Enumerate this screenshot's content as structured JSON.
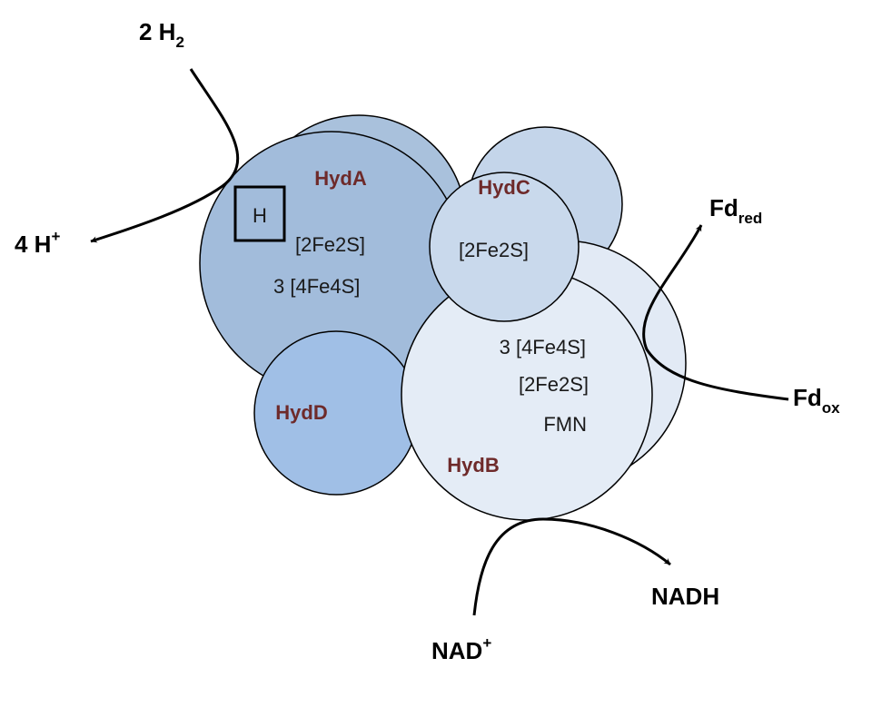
{
  "colors": {
    "hydA_back": "#a9c1dc",
    "hydA_front": "#a2bcdb",
    "hydC_back": "#c4d5ea",
    "hydC_front": "#c9d9ec",
    "hydB_back": "#e2eaf5",
    "hydB_front": "#e4ecf6",
    "hydD": "#a0bfe6",
    "label_accent": "#6e2a2a"
  },
  "subunits": {
    "hydA": {
      "label": "HydA",
      "active_site": "H",
      "cofactors": [
        "[2Fe2S]",
        "3 [4Fe4S]"
      ]
    },
    "hydC": {
      "label": "HydC",
      "cofactors": [
        "[2Fe2S]"
      ]
    },
    "hydB": {
      "label": "HydB",
      "cofactors": [
        "3 [4Fe4S]",
        "[2Fe2S]",
        "FMN"
      ]
    },
    "hydD": {
      "label": "HydD"
    }
  },
  "species": {
    "h2": {
      "prefix": "2 H",
      "sub": "2"
    },
    "h_plus": {
      "prefix": "4 H",
      "sup": "+"
    },
    "fd_red": {
      "prefix": "Fd",
      "sub": "red"
    },
    "fd_ox": {
      "prefix": "Fd",
      "sub": "ox"
    },
    "nad_plus": {
      "prefix": "NAD",
      "sup": "+"
    },
    "nadh": {
      "prefix": "NADH"
    }
  }
}
